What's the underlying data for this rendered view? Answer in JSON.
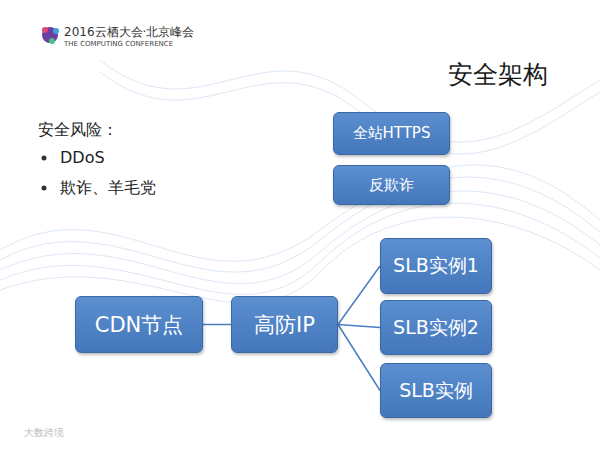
{
  "diagram": {
    "title": "安全架构",
    "nodes": [
      {
        "text": [
          "全站HTTPS"
        ]
      },
      {
        "text": [
          "反欺诈"
        ]
      },
      {
        "text": [
          "SLB实例1"
        ]
      },
      {
        "text": [
          "CDN节点"
        ]
      },
      {
        "text": [
          "高防IP"
        ]
      },
      {
        "text": [
          "SLB实例2"
        ]
      },
      {
        "text": [
          "SLB实例"
        ]
      }
    ],
    "edges": [
      {
        "from": 3,
        "to": 4,
        "arrow": "none"
      },
      {
        "from": 4,
        "to": 2,
        "arrow": "none"
      },
      {
        "from": 4,
        "to": 5,
        "arrow": "none"
      },
      {
        "from": 4,
        "to": 6,
        "arrow": "none"
      }
    ],
    "labels": [
      "2016云栖大会·北京峰会",
      "THE COMPUTING CONFERENCE",
      "安全风险：",
      "DDoS",
      "欺诈、羊毛党",
      "大数跨境"
    ]
  }
}
